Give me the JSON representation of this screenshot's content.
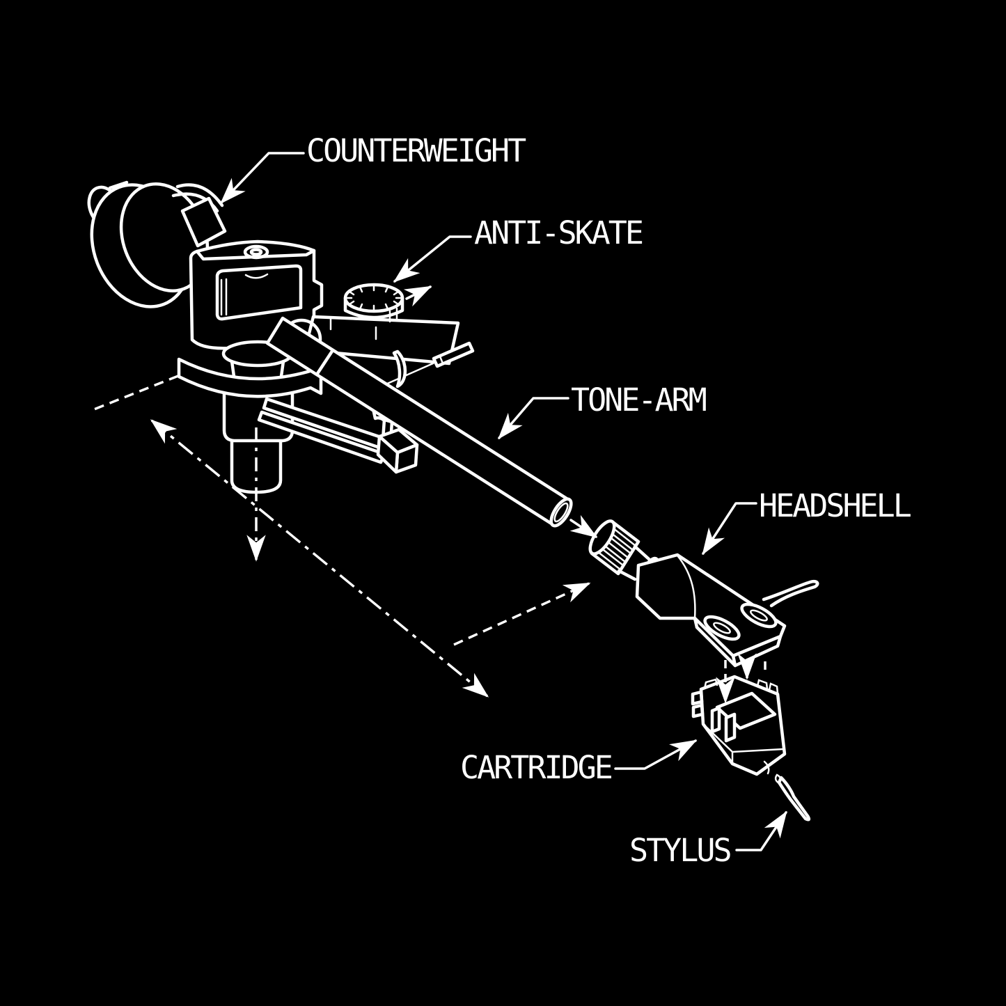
{
  "figure": {
    "background_color": "#000000",
    "line_color": "#ffffff"
  },
  "labels": {
    "counterweight": "COUNTERWEIGHT",
    "anti_skate": "ANTI-SKATE",
    "tone_arm": "TONE-ARM",
    "headshell": "HEADSHELL",
    "cartridge": "CARTRIDGE",
    "stylus": "STYLUS"
  }
}
